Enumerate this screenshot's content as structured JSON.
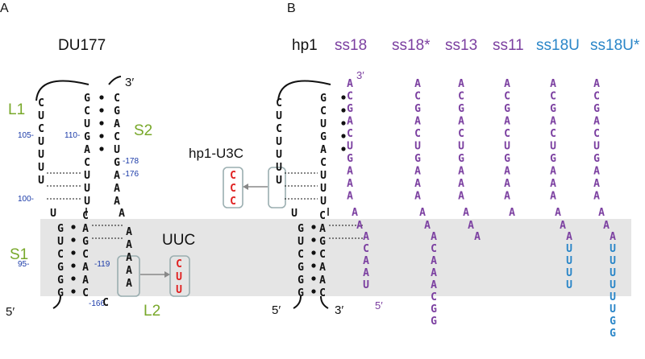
{
  "panels": {
    "a": {
      "letter": "A",
      "title": "DU177"
    },
    "b": {
      "letter": "B",
      "title": "hp1"
    }
  },
  "labels": {
    "L1": "L1",
    "S2": "S2",
    "S1": "S1",
    "L2": "L2",
    "UUC": "UUC",
    "hp1_u3c": "hp1-U3C",
    "prime3": "3′",
    "prime5": "5′"
  },
  "strand_titles": [
    "ss18",
    "ss18*",
    "ss13",
    "ss11",
    "ss18U",
    "ss18U*"
  ],
  "numbers": {
    "n105": "105-",
    "n110": "110-",
    "n100": "100-",
    "n95": "95-",
    "n178": "-178",
    "n176": "-176",
    "n119": "-119",
    "n166": "-166"
  },
  "sequences": {
    "a_col1": [
      "C",
      "U",
      "C",
      "U",
      "U",
      "U",
      "U"
    ],
    "a_col2": [
      "G",
      "C",
      "U",
      "G",
      "A",
      "C",
      "U",
      "U",
      "U"
    ],
    "a_col3": [
      "C",
      "G",
      "A",
      "C",
      "U",
      "G",
      "A",
      "A",
      "A"
    ],
    "a_s1_left": [
      "G",
      "U",
      "C",
      "G",
      "G",
      "G"
    ],
    "a_s1_right": [
      "C",
      "A",
      "G",
      "C",
      "A",
      "A",
      "C"
    ],
    "a_loop2": [
      "A",
      "A",
      "A",
      "A",
      "A"
    ],
    "a_mut": [
      "C",
      "U",
      "U"
    ],
    "b_col1": [
      "C",
      "U",
      "C",
      "U",
      "U",
      "U",
      "U"
    ],
    "b_col2": [
      "G",
      "C",
      "U",
      "G",
      "A",
      "C",
      "U",
      "U",
      "U"
    ],
    "b_s1_left": [
      "G",
      "U",
      "C",
      "G",
      "G",
      "G"
    ],
    "b_s1_right": [
      "C",
      "A",
      "G",
      "C",
      "A",
      "A",
      "C"
    ],
    "b_mut": [
      "C",
      "C",
      "C"
    ],
    "ss18": [
      "A",
      "C",
      "G",
      "A",
      "C",
      "U",
      "G",
      "A",
      "A",
      "A",
      "A",
      "A",
      "A",
      "C",
      "A",
      "A",
      "U"
    ],
    "ss18star": [
      "A",
      "C",
      "G",
      "A",
      "C",
      "U",
      "G",
      "A",
      "A",
      "A",
      "A",
      "A",
      "A",
      "C",
      "A",
      "A",
      "A",
      "C",
      "G",
      "G"
    ],
    "ss13": [
      "A",
      "C",
      "G",
      "A",
      "C",
      "U",
      "G",
      "A",
      "A",
      "A",
      "A",
      "A",
      "A"
    ],
    "ss11": [
      "A",
      "C",
      "G",
      "A",
      "C",
      "U",
      "G",
      "A",
      "A",
      "A",
      "A"
    ],
    "ss18U": [
      "A",
      "C",
      "G",
      "A",
      "C",
      "U",
      "G",
      "A",
      "A",
      "A",
      "A",
      "A",
      "A",
      "U",
      "U",
      "U",
      "U"
    ],
    "ss18Ustar": [
      "A",
      "C",
      "G",
      "A",
      "C",
      "U",
      "G",
      "A",
      "A",
      "A",
      "A",
      "A",
      "A",
      "U",
      "U",
      "U",
      "U",
      "U",
      "U",
      "G",
      "G"
    ]
  },
  "colors": {
    "black": "#111111",
    "purple": "#7b3fa0",
    "blue": "#2a86c8",
    "red": "#e02020",
    "green": "#78a82a",
    "navy": "#1a3aa8",
    "shade": "#e5e5e5",
    "box": "#9aaeb0",
    "arrow": "#888888"
  }
}
